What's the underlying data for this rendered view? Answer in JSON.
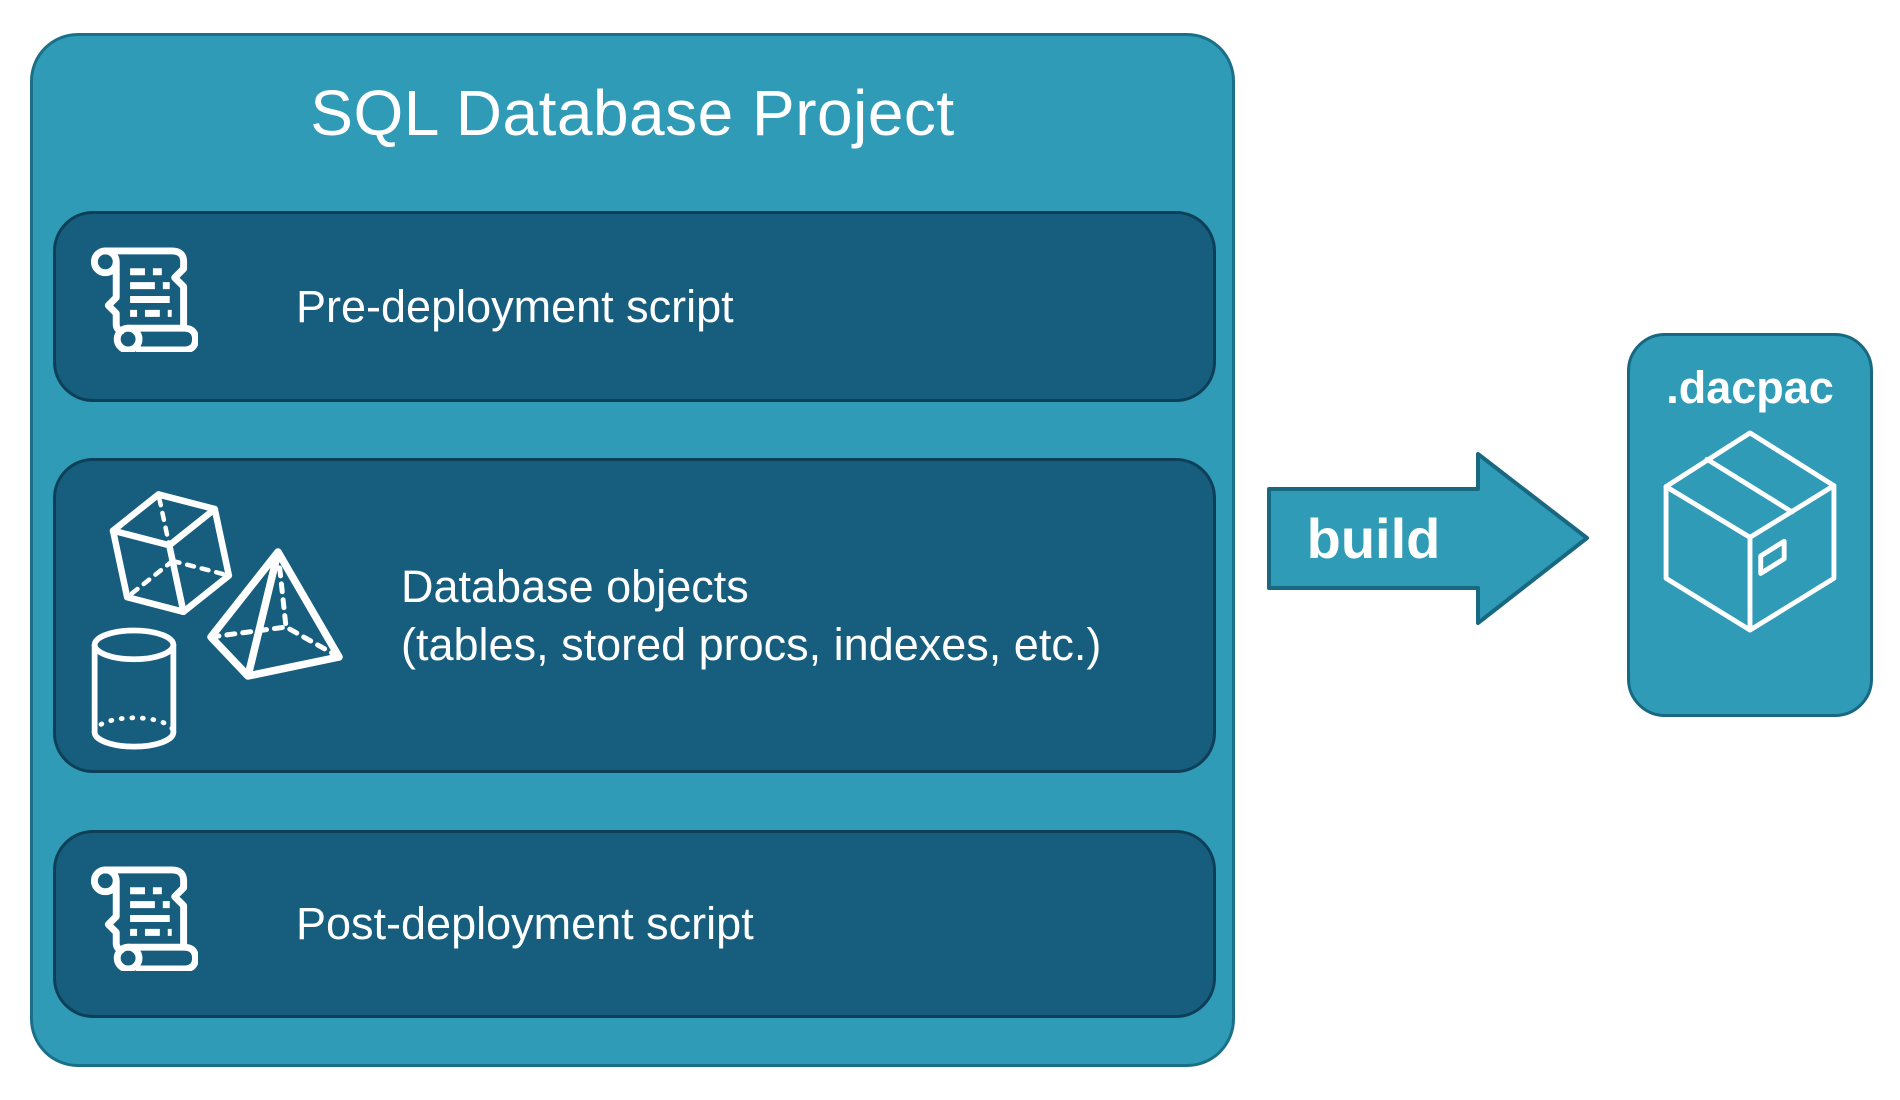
{
  "colors": {
    "teal": "#2F9BB6",
    "dark_teal": "#165D7E",
    "outer_border": "#1A7089",
    "inner_border": "#0D4058",
    "accent_border": "#186882",
    "text": "#FFFFFF",
    "canvas_background": "#FFFFFF"
  },
  "project": {
    "title": "SQL Database Project",
    "rows": [
      {
        "label": "Pre-deployment script",
        "icon": "scroll-icon"
      },
      {
        "label": "Database objects",
        "sublabel": "(tables, stored procs, indexes, etc.)",
        "icons": [
          "cube-icon",
          "pyramid-icon",
          "cylinder-icon"
        ]
      },
      {
        "label": "Post-deployment script",
        "icon": "scroll-icon"
      }
    ]
  },
  "arrow": {
    "label": "build"
  },
  "output": {
    "label": ".dacpac",
    "icon": "package-icon"
  }
}
